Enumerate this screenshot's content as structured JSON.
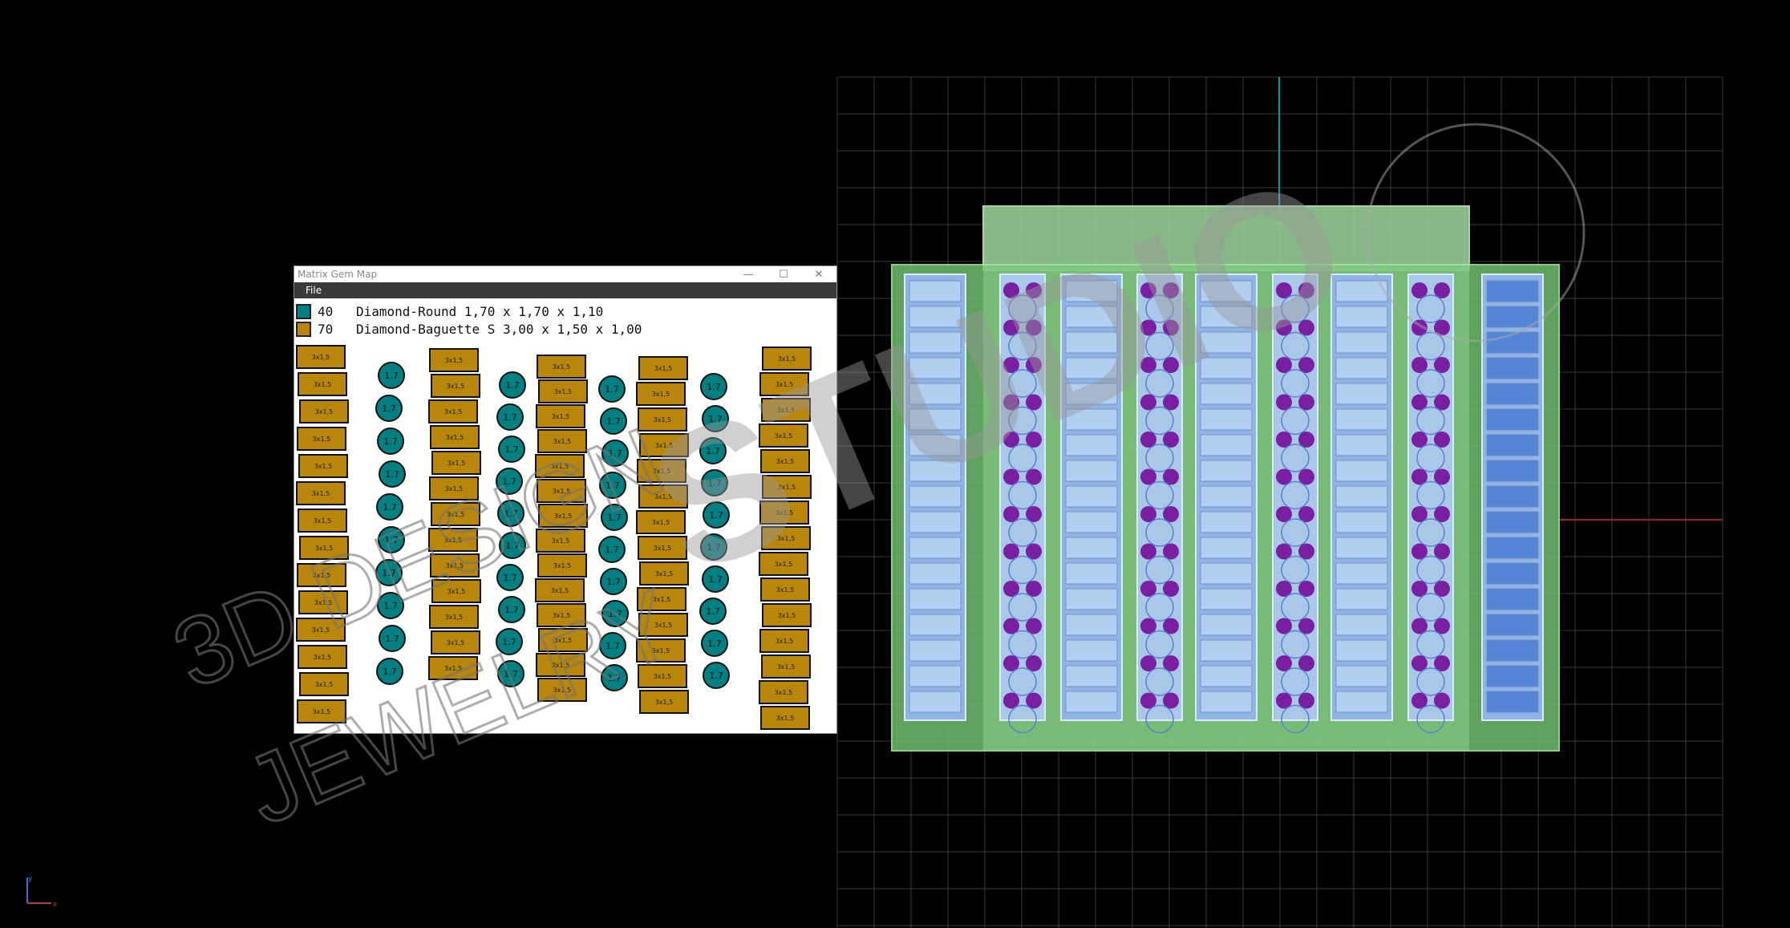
{
  "window": {
    "title": "Matrix Gem Map",
    "minimize_glyph": "—",
    "maximize_glyph": "☐",
    "close_glyph": "✕",
    "menu": [
      "File"
    ]
  },
  "legend": [
    {
      "count": "40",
      "description": "Diamond-Round 1,70 x 1,70 x 1,10",
      "color": "#008080"
    },
    {
      "count": "70",
      "description": "Diamond-Baguette S 3,00 x 1,50 x 1,00",
      "color": "#b8860b"
    }
  ],
  "gem_labels": {
    "baguette": "3x1,5",
    "round": "1.7"
  },
  "gem_columns": [
    {
      "type": "baguette",
      "count": 14
    },
    {
      "type": "round",
      "count": 10
    },
    {
      "type": "baguette",
      "count": 13
    },
    {
      "type": "round",
      "count": 10
    },
    {
      "type": "baguette",
      "count": 14
    },
    {
      "type": "round",
      "count": 10
    },
    {
      "type": "baguette",
      "count": 14
    },
    {
      "type": "round",
      "count": 10
    },
    {
      "type": "baguette",
      "count": 15
    }
  ],
  "watermark": {
    "lines": [
      "3D DESIGN",
      "JEWELRY"
    ],
    "brand": "STUDIO"
  },
  "axis": {
    "x": "x",
    "y": "y"
  },
  "colors": {
    "round": "#008080",
    "baguette": "#b8860b",
    "grid": "#3a3a3a",
    "ring_green": "#6fcf6f",
    "gem_purple": "#7a1fa2",
    "gem_blue": "#5a8fe0"
  }
}
